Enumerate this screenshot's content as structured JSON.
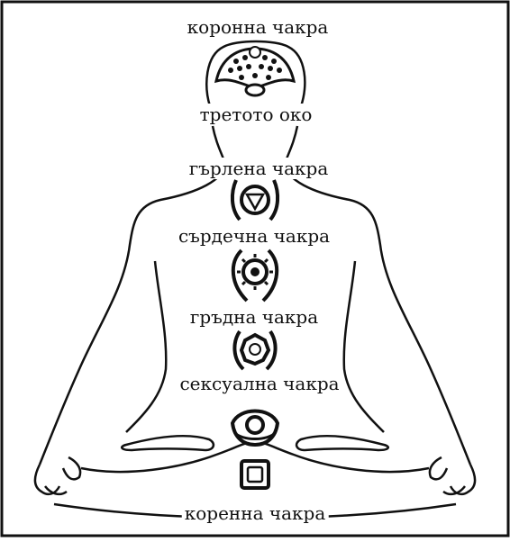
{
  "labels": {
    "crown": "коронна чакра",
    "third_eye": "третото око",
    "throat": "гърлена чакра",
    "heart": "сърдечна чакра",
    "solar": "гръдна чакра",
    "sacral": "сексуална чакра",
    "root": "коренна чакра"
  },
  "colors": {
    "ink": "#111111",
    "paper": "#ffffff"
  }
}
